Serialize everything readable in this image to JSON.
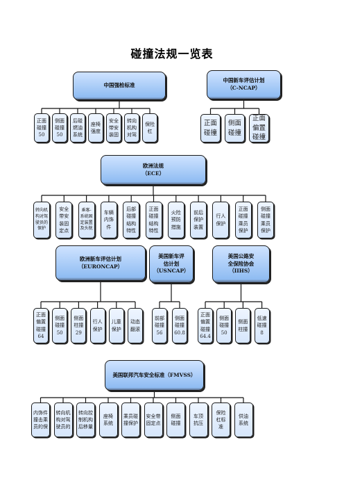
{
  "title": "碰撞法规一览表",
  "china": {
    "header": "中国强检标准",
    "leaves": [
      "正面\n碰撞\n50",
      "侧面\n碰撞\n50",
      "后碰\n燃油\n系统",
      "座椅\n强度",
      "安全\n带安\n装固",
      "转向\n机构\n对驾",
      "保险\n杠"
    ]
  },
  "cncap": {
    "header": [
      "中国新车评估计划",
      "（C-NCAP）"
    ],
    "leaves": [
      "正面\n碰撞",
      "侧面\n碰撞",
      "正面\n偏置\n碰撞"
    ]
  },
  "ece": {
    "header": [
      "欧洲法规",
      "（ECE）"
    ],
    "leaves": [
      "转向机\n构对驾\n驶员的\n保护",
      "安全\n带安\n装固\n定点",
      "乘客-\n系统固\n定装置\n及头枕",
      "车辆\n内饰\n件",
      "后部\n碰撞\n结构\n特性",
      "正面\n碰撞\n结构\n特性",
      "火险\n预防\n措施",
      "前后\n保护\n装置",
      "行人\n保护",
      "正面\n碰撞\n乘员\n保护",
      "侧面\n碰撞\n乘员\n保护"
    ]
  },
  "euroncap": {
    "header": [
      "欧洲新车评估计划",
      "（EURONCAP）"
    ],
    "leaves": [
      "正面\n偏置\n碰撞\n64",
      "侧面\n碰撞\n50",
      "侧面\n柱撞\n29",
      "行人\n保护",
      "儿童\n保护",
      "动态\n翻滚"
    ]
  },
  "usncap": {
    "header": [
      "美国新车评",
      "估计划",
      "（USNCAP）"
    ],
    "leaves": [
      "前部\n碰撞\n56",
      "侧面\n碰撞\n60.8"
    ]
  },
  "iihs": {
    "header": [
      "美国公路安",
      "全保险协会",
      "（IIHS）"
    ],
    "leaves": [
      "正面\n偏置\n碰撞\n64.4",
      "侧面\n碰撞\n50",
      "侧面\n柱撞",
      "低速\n碰撞\n8"
    ]
  },
  "fmvss": {
    "header": "美国联邦汽车安全标准（FMVSS）",
    "leaves": [
      "内饰件\n撞击乘\n员的保",
      "转向机\n构对驾\n驶员的",
      "转向控\n制机构\n后移量",
      "座椅\n系统",
      "乘员碰\n撞保护",
      "安全带\n固定点",
      "侧面\n碰撞",
      "车顶\n抗压",
      "保险\n杠标\n准",
      "供油\n系统"
    ]
  }
}
